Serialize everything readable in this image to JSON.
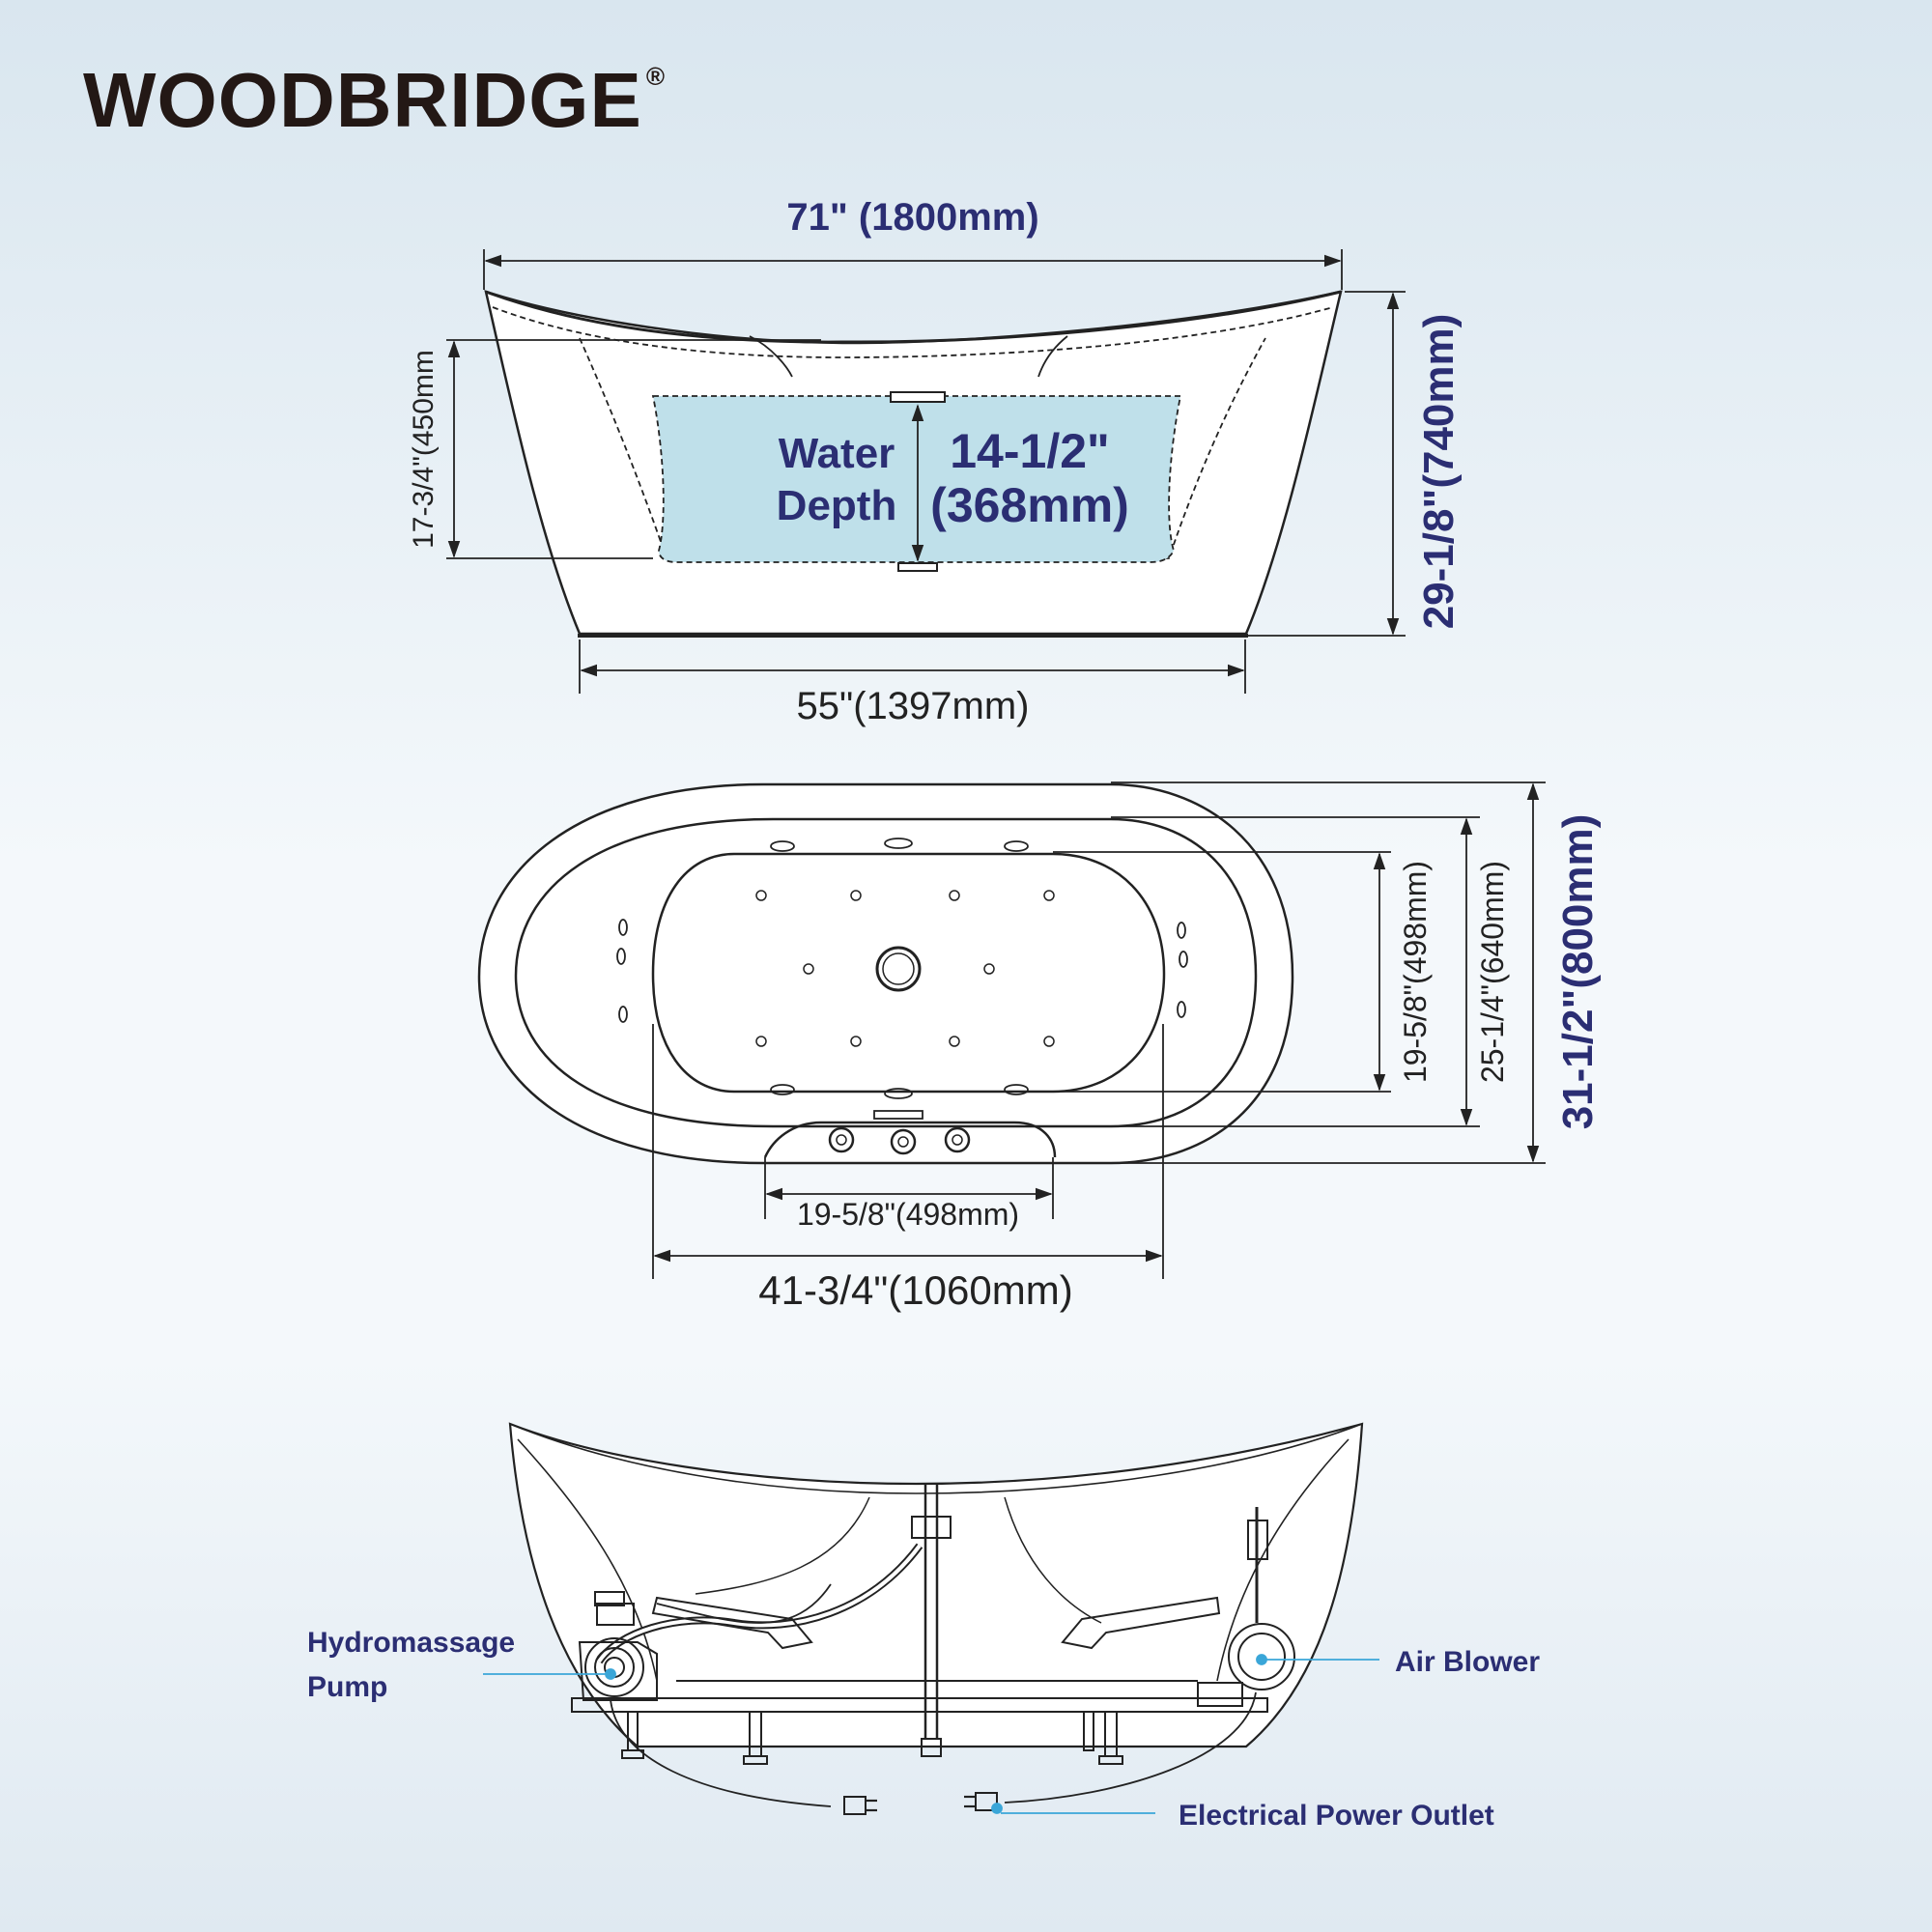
{
  "brand": {
    "name": "WOODBRIDGE",
    "mark": "®"
  },
  "colors": {
    "accent": "#2b2e73",
    "water": "#bfe0ea",
    "leader": "#3aa6d8",
    "line": "#222222"
  },
  "side_view": {
    "overall_length": "71\" (1800mm)",
    "overall_height": "29-1/8\"(740mm)",
    "inner_depth": "17-3/4\"(450mm",
    "base_length": "55\"(1397mm)",
    "water_label_1": "Water",
    "water_label_2": "Depth",
    "water_value_1": "14-1/2\"",
    "water_value_2": "(368mm)"
  },
  "top_view": {
    "inner_width": "19-5/8\"(498mm)",
    "rim_inner_width": "25-1/4\"(640mm)",
    "overall_width": "31-1/2\"(800mm)",
    "control_width": "19-5/8\"(498mm)",
    "inner_length": "41-3/4\"(1060mm)"
  },
  "components": {
    "pump_line1": "Hydromassage",
    "pump_line2": "Pump",
    "air_blower": "Air Blower",
    "power_outlet": "Electrical Power Outlet"
  }
}
